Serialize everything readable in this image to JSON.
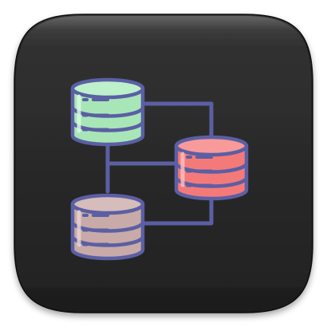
{
  "icon": {
    "name": "database-network-icon",
    "tile_color": "#262626",
    "tile_highlight": "#4a4a4a",
    "outline_color": "#5b5fa3",
    "connector_color": "#5b5fa3",
    "databases": [
      {
        "name": "database-green",
        "fill": "#a8e6b8",
        "top_fill": "#bdf0cb",
        "shine": "#d8f8e1"
      },
      {
        "name": "database-red",
        "fill": "#f47a7a",
        "top_fill": "#f89a9a",
        "shine": "#fbbcbc"
      },
      {
        "name": "database-mauve",
        "fill": "#c8aaa8",
        "top_fill": "#d6bcba",
        "shine": "#e6d2d0"
      }
    ]
  }
}
